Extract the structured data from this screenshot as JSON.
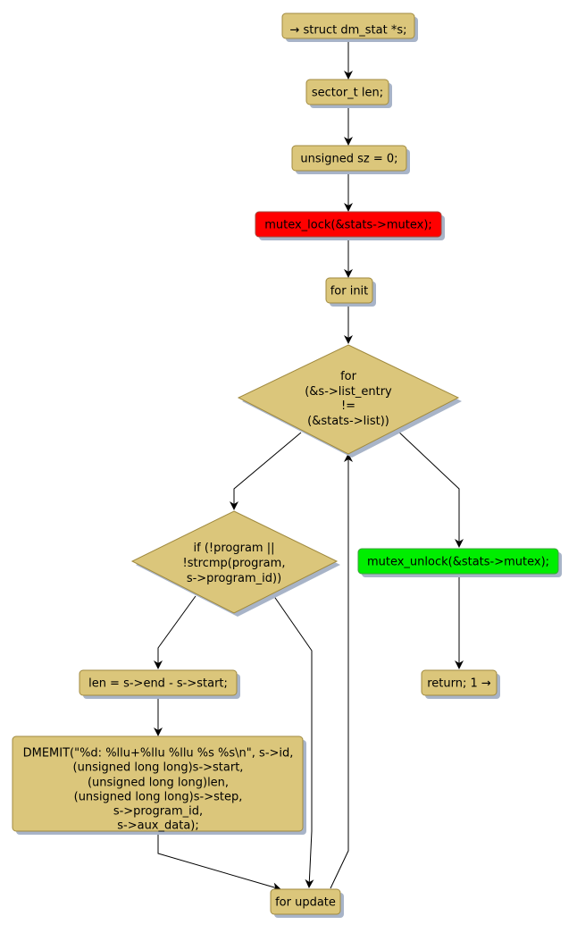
{
  "diagram": {
    "type": "flowchart",
    "colors": {
      "default_fill": "#dbc67b",
      "default_border": "#a08a3f",
      "lock_fill": "#ff0000",
      "unlock_fill": "#00ee00",
      "shadow": "#a8b4c8"
    },
    "nodes": {
      "start": {
        "lines": [
          "→ struct dm_stat *s;"
        ]
      },
      "decl_len": {
        "lines": [
          "sector_t len;"
        ]
      },
      "decl_sz": {
        "lines": [
          "unsigned sz = 0;"
        ]
      },
      "lock": {
        "lines": [
          "mutex_lock(&stats->mutex);"
        ]
      },
      "for_init": {
        "lines": [
          "for init"
        ]
      },
      "for_cond": {
        "lines": [
          "for",
          "(&s->list_entry",
          "!=",
          "(&stats->list))"
        ]
      },
      "if_cond": {
        "lines": [
          "if (!program ||",
          "!strcmp(program,",
          "s->program_id))"
        ]
      },
      "unlock": {
        "lines": [
          "mutex_unlock(&stats->mutex);"
        ]
      },
      "len_assign": {
        "lines": [
          "len = s->end - s->start;"
        ]
      },
      "return": {
        "lines": [
          "return; 1 →"
        ]
      },
      "dmemit": {
        "lines": [
          "DMEMIT(\"%d: %llu+%llu %llu %s %s\\n\", s->id,",
          "(unsigned long long)s->start,",
          "(unsigned long long)len,",
          "(unsigned long long)s->step,",
          "s->program_id,",
          "s->aux_data);"
        ]
      },
      "for_update": {
        "lines": [
          "for update"
        ]
      }
    }
  }
}
